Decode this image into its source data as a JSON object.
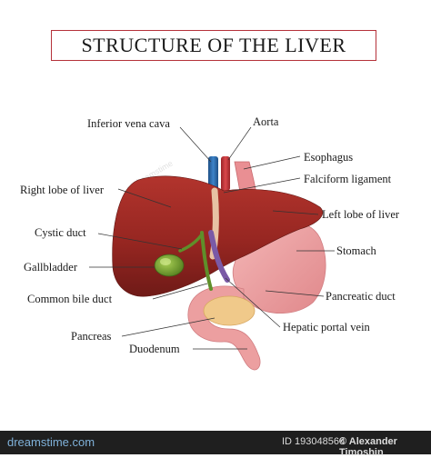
{
  "title": "STRUCTURE OF THE LIVER",
  "labels": {
    "inferior_vena_cava": "Inferior vena cava",
    "aorta": "Aorta",
    "esophagus": "Esophagus",
    "falciform_ligament": "Falciform ligament",
    "right_lobe": "Right lobe of liver",
    "left_lobe": "Left lobe of liver",
    "cystic_duct": "Cystic duct",
    "stomach": "Stomach",
    "gallbladder": "Gallbladder",
    "common_bile_duct": "Common bile duct",
    "pancreatic_duct": "Pancreatic duct",
    "hepatic_portal_vein": "Hepatic portal vein",
    "pancreas": "Pancreas",
    "duodenum": "Duodenum"
  },
  "footer": {
    "logo": "dreamstime.com",
    "id_text": "ID 193048566",
    "author": "© Alexander Timoshin"
  },
  "watermark": "dreamstime",
  "colors": {
    "liver": "#9b2a25",
    "stomach": "#ec9fa0",
    "gallbladder": "#6c9a2c",
    "pancreas": "#f0c98a",
    "vena_cava": "#2f6fb0",
    "aorta": "#c8383c",
    "title_border": "#b5323a"
  }
}
